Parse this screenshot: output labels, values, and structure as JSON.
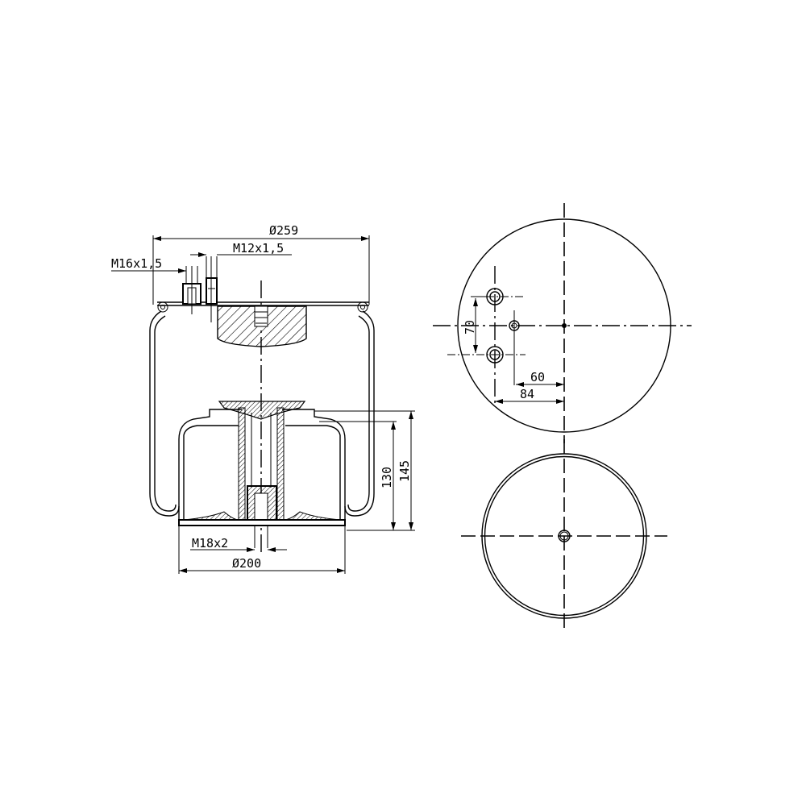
{
  "drawing": {
    "side_view": {
      "dimensions": {
        "overall_diameter": "Ø259",
        "thread_top_right": "M12x1,5",
        "thread_top_left": "M16x1,5",
        "thread_bottom": "M18x2",
        "piston_diameter": "Ø200",
        "height_inner": "130",
        "height_outer": "145"
      }
    },
    "top_view": {
      "dimensions": {
        "bolt_spacing": "70",
        "offset_air_inlet": "60",
        "offset_bolts": "84"
      }
    },
    "bottom_view": {
      "features": [
        "center-bore"
      ]
    }
  }
}
